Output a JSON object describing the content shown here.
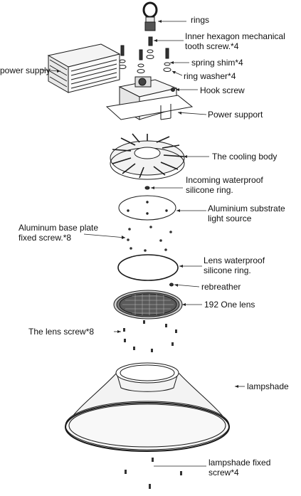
{
  "labels": {
    "rings": "rings",
    "inner_hex_screw": "Inner hexagon mechanical\ntooth screw.*4",
    "spring_shim": "spring shim*4",
    "power_supply": "power supply",
    "ring_washer": "ring washer*4",
    "hook_screw": "Hook screw",
    "power_support": "Power support",
    "cooling_body": "The cooling body",
    "incoming_ring": "Incoming waterproof\nsilicone ring.",
    "aluminium_substrate": "Aluminium substrate\nlight source",
    "base_plate_screw": "Aluminum base plate\nfixed screw.*8",
    "lens_ring": "Lens waterproof\nsilicone ring.",
    "rebreather": "rebreather",
    "one_lens": "192 One lens",
    "lens_screw": "The lens screw*8",
    "lampshade": "lampshade",
    "lampshade_screw": "lampshade fixed\nscrew*4"
  },
  "colors": {
    "line": "#1a1a1a",
    "metal_fill": "#f2f2f2",
    "dark_part": "#333333"
  }
}
